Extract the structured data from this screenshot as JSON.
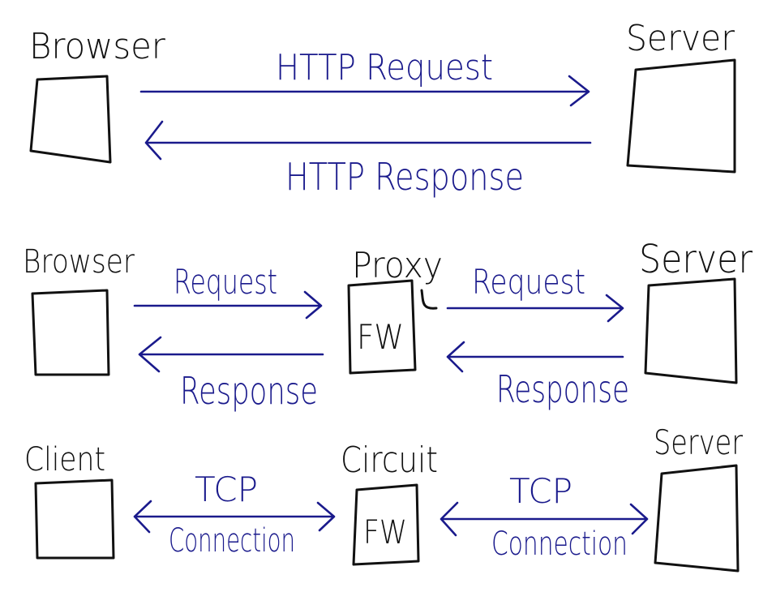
{
  "colors": {
    "ink_black": "#111111",
    "ink_blue": "#1a1a8c",
    "background": "#ffffff"
  },
  "row1": {
    "left_label": "Browser",
    "right_label": "Server",
    "top_arrow_label": "HTTP Request",
    "bottom_arrow_label": "HTTP Response"
  },
  "row2": {
    "left_label": "Browser",
    "middle_label": "Proxy",
    "middle_box_label": "FW",
    "right_label": "Server",
    "left_top_label": "Request",
    "left_bottom_label": "Response",
    "right_top_label": "Request",
    "right_bottom_label": "Response"
  },
  "row3": {
    "left_label": "Client",
    "middle_label": "Circuit",
    "middle_box_label": "FW",
    "right_label": "Server",
    "left_arrow_line1": "TCP",
    "left_arrow_line2": "Connection",
    "right_arrow_line1": "TCP",
    "right_arrow_line2": "Connection"
  }
}
